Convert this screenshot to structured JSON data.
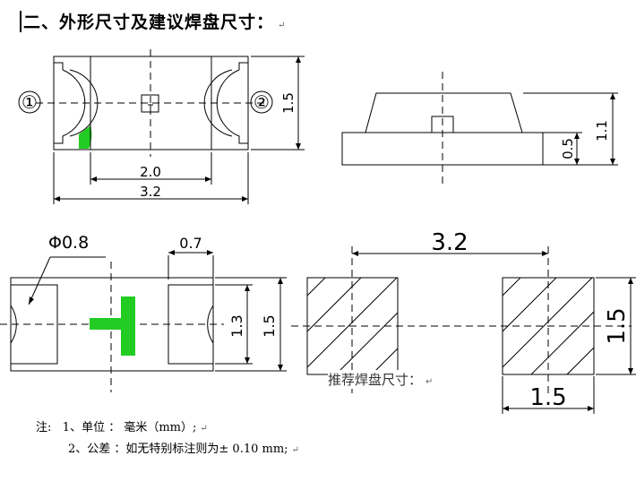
{
  "heading": {
    "text": "二、外形尺寸及建议焊盘尺寸：",
    "return_mark": "↵"
  },
  "top_view": {
    "pin_label_left": "①",
    "pin_label_right": "②",
    "dim_inner_width": "2.0",
    "dim_total_width": "3.2",
    "dim_height": "1.5",
    "mark_color": "#22cc22"
  },
  "side_view": {
    "dim_base_height": "0.5",
    "dim_total_height": "1.1"
  },
  "bottom_view": {
    "dim_hole": "Φ0.8",
    "dim_pad_width": "0.7",
    "dim_inner_height": "1.3",
    "dim_total_height": "1.5",
    "polarity_color": "#22cc22"
  },
  "pad_view": {
    "dim_span": "3.2",
    "dim_height": "1.5",
    "dim_pad_width": "1.5",
    "caption": "推荐焊盘尺寸：",
    "return_mark": "↵"
  },
  "notes": {
    "prefix": "注:",
    "line1": "1、单位 ： 毫米（mm）;",
    "line2": "2、公差 ：如无特别标注则为± 0.10 mm;",
    "return_mark": "↵"
  }
}
